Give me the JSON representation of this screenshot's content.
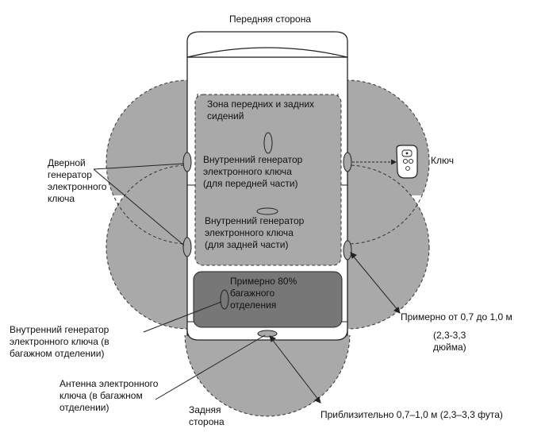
{
  "labels": {
    "front_side": "Передняя сторона",
    "rear_side": "Задняя\nсторона",
    "seat_zone": "Зона передних и задних\nсидений",
    "front_generator": "Внутренний генератор\nэлектронного ключа\n(для передней части)",
    "rear_generator": "Внутренний генератор\nэлектронного ключа\n(для задней части)",
    "trunk_zone": "Примерно 80%\nбагажного\nотделения",
    "door_generator": "Дверной\nгенератор\nэлектронного\nключа",
    "key": "Ключ",
    "range_side": "Примерно от 0,7 до 1,0 м",
    "range_side_inches": "(2,3-3,3\nдюйма)",
    "trunk_generator": "Внутренний генератор\nэлектронного ключа (в\nбагажном отделении)",
    "trunk_antenna": "Антенна электронного\nключа (в багажном\nотделении)",
    "range_rear": "Приблизительно 0,7–1,0 м (2,3–3,3 фута)"
  },
  "colors": {
    "zone_gray": "#a9a9a9",
    "trunk_zone_gray": "#777777",
    "outline": "#222222"
  }
}
